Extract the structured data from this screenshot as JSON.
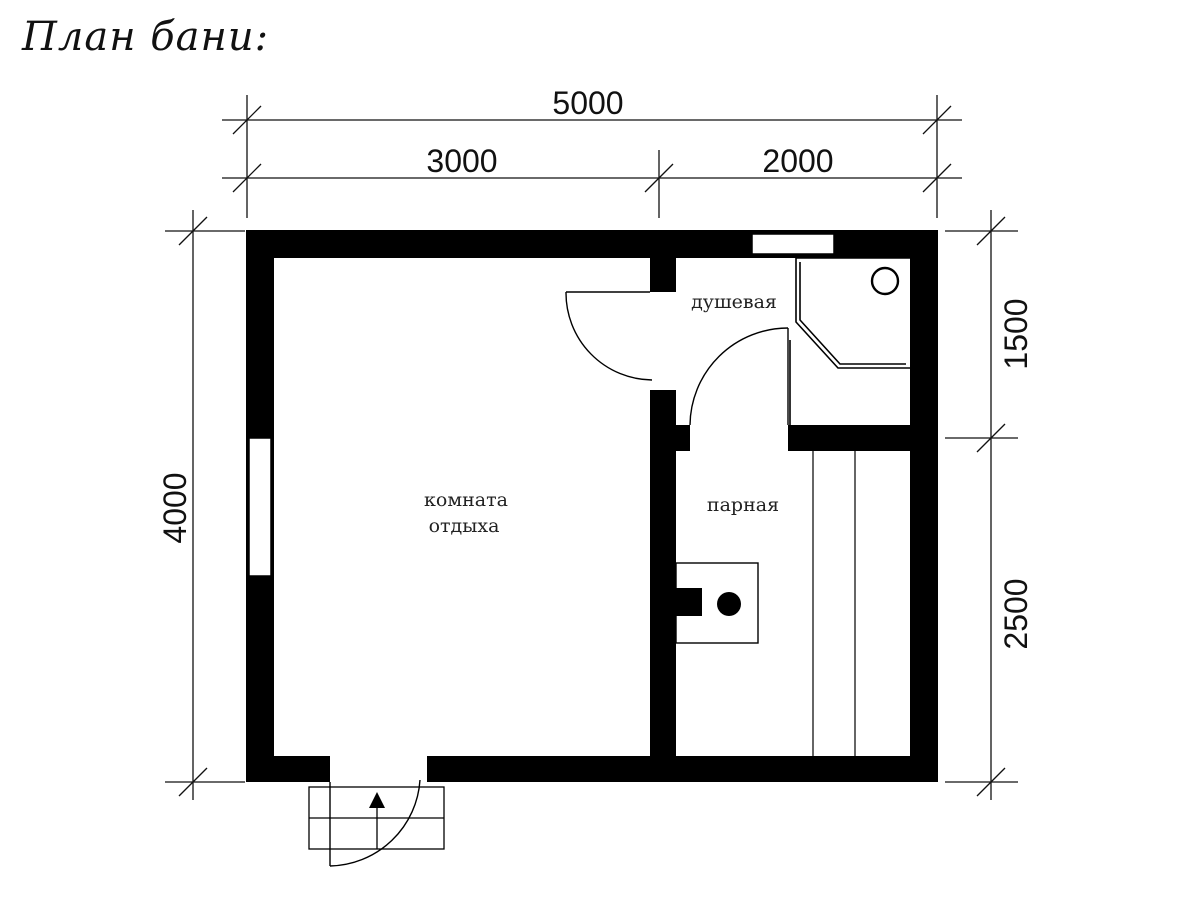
{
  "title": "План бани:",
  "dimensions": {
    "overall_width": "5000",
    "left_width": "3000",
    "right_width": "2000",
    "overall_depth": "4000",
    "shower_depth": "1500",
    "steam_depth": "2500"
  },
  "rooms": {
    "shower": "душевая",
    "steam_room": "парная",
    "rest_room_line1": "комната",
    "rest_room_line2": "отдыха"
  },
  "colors": {
    "wall": "#000000",
    "line": "#111111",
    "background": "#ffffff"
  }
}
